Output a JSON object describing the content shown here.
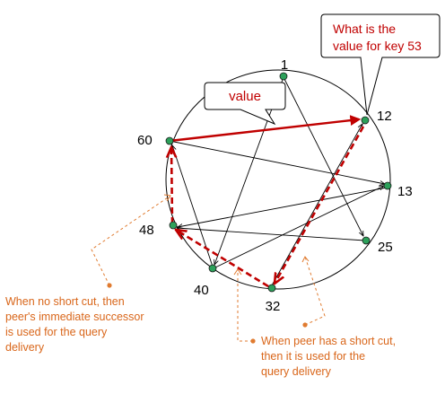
{
  "colors": {
    "ring": "#000000",
    "node_fill": "#2ca05a",
    "chord": "#000000",
    "query_path": "#c00000",
    "callout_text": "#c00000",
    "note_text": "#d9661a",
    "note_connector": "#e07b30"
  },
  "ring": {
    "nodes": [
      {
        "id": "1",
        "label": "1"
      },
      {
        "id": "12",
        "label": "12"
      },
      {
        "id": "13",
        "label": "13"
      },
      {
        "id": "25",
        "label": "25"
      },
      {
        "id": "32",
        "label": "32"
      },
      {
        "id": "40",
        "label": "40"
      },
      {
        "id": "48",
        "label": "48"
      },
      {
        "id": "60",
        "label": "60"
      }
    ]
  },
  "callouts": {
    "query": {
      "lines": [
        "What is the",
        "value for key 53"
      ]
    },
    "answer": {
      "lines": [
        "value"
      ]
    }
  },
  "notes": {
    "successor": {
      "lines": [
        "When no short cut, then",
        "peer's immediate successor",
        "is used for the query",
        "delivery"
      ]
    },
    "shortcut": {
      "lines": [
        "When peer has a short cut,",
        "then it is used for the",
        "query delivery"
      ]
    }
  }
}
